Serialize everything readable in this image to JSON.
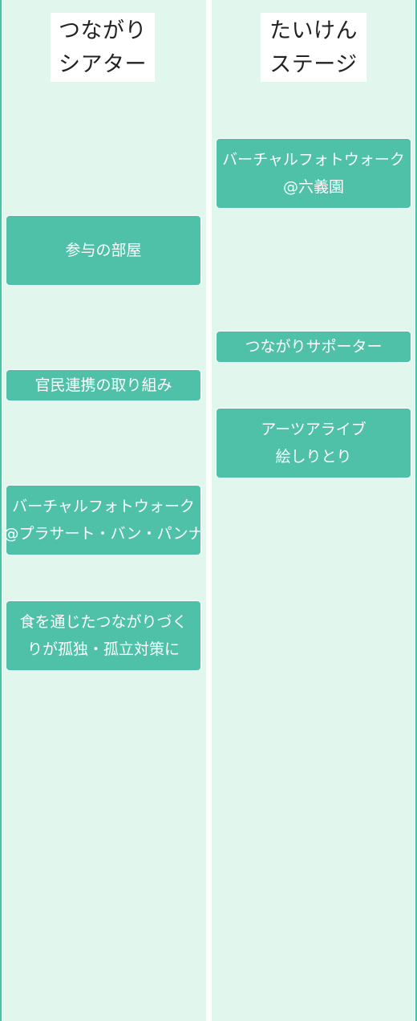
{
  "columns": [
    {
      "title_lines": [
        "つながり",
        "シアター"
      ],
      "events": [
        {
          "lines": [
            "参与の部屋"
          ]
        },
        {
          "lines": [
            "官民連携の取り組み"
          ]
        },
        {
          "lines": [
            "バーチャルフォトウォーク",
            "@プラサート・バン・パンナ"
          ]
        },
        {
          "lines": [
            "食を通じたつながりづく",
            "りが孤独・孤立対策に"
          ]
        }
      ]
    },
    {
      "title_lines": [
        "たいけん",
        "ステージ"
      ],
      "events": [
        {
          "lines": [
            "バーチャルフォトウォーク",
            "@六義園"
          ]
        },
        {
          "lines": [
            "つながりサポーター"
          ]
        },
        {
          "lines": [
            "アーツアライブ",
            "絵しりとり"
          ]
        }
      ]
    }
  ],
  "colors": {
    "column_background": "#e1f7ee",
    "event_background": "#4fc1a8",
    "event_text": "#ffffff",
    "border": "#4fc1a8"
  }
}
